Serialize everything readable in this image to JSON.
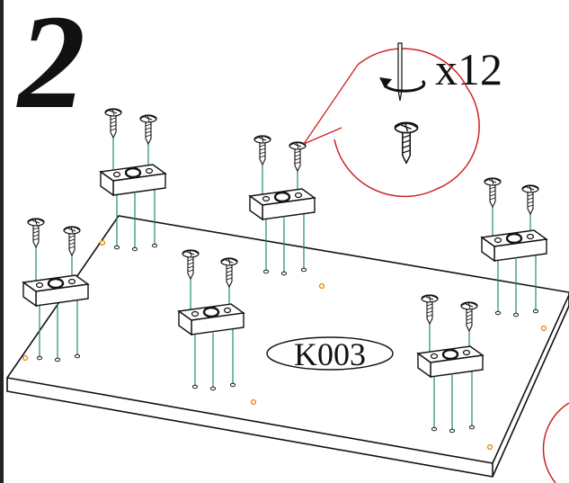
{
  "step": {
    "number": "2"
  },
  "callout": {
    "quantity_label": "x12",
    "hardware": "screw"
  },
  "board": {
    "label": "K003"
  },
  "blocks": [
    {
      "id": "block-1",
      "screws": 2
    },
    {
      "id": "block-2",
      "screws": 2
    },
    {
      "id": "block-3",
      "screws": 2
    },
    {
      "id": "block-4",
      "screws": 2
    },
    {
      "id": "block-5",
      "screws": 2
    },
    {
      "id": "block-6",
      "screws": 2
    }
  ],
  "colors": {
    "line": "#111111",
    "guide": "#1d8a7a",
    "callout": "#cc2222",
    "hole": "#e88a1a"
  },
  "icons": {
    "rotate": "rotate-cw-icon",
    "screwdriver": "screwdriver-icon"
  }
}
